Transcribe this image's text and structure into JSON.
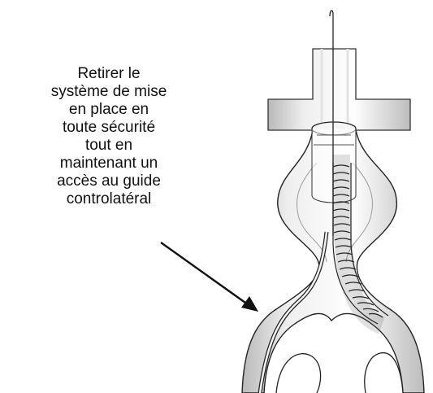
{
  "caption": {
    "lines": [
      "Retirer le",
      "système de mise",
      "en place en",
      "toute sécurité",
      "tout en",
      "maintenant un",
      "accès au guide",
      "controlatéral"
    ]
  },
  "colors": {
    "ink": "#111111",
    "shade": "#c8c8c8",
    "background": "#ffffff"
  }
}
